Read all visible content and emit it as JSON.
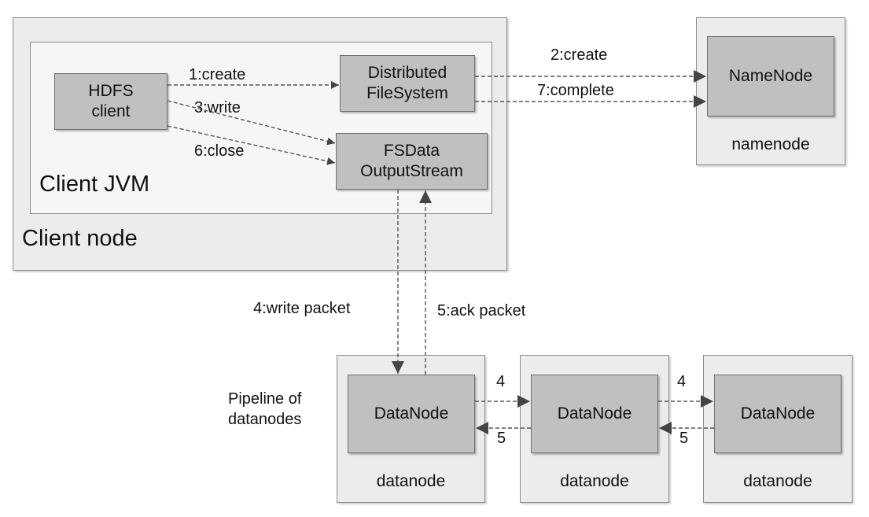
{
  "client_node": {
    "label": "Client node"
  },
  "client_jvm": {
    "label": "Client JVM"
  },
  "hdfs_client": {
    "label": "HDFS\nclient"
  },
  "distributed_fs": {
    "label": "Distributed\nFileSystem"
  },
  "fsdata_output": {
    "label": "FSData\nOutputStream"
  },
  "namenode_host": {
    "label": "namenode",
    "node": "NameNode"
  },
  "pipeline_label": "Pipeline of\ndatanodes",
  "datanodes": [
    {
      "label": "datanode",
      "node": "DataNode"
    },
    {
      "label": "datanode",
      "node": "DataNode"
    },
    {
      "label": "datanode",
      "node": "DataNode"
    }
  ],
  "edges": {
    "create1": "1:create",
    "create2": "2:create",
    "write3": "3:write",
    "write_packet4": "4:write packet",
    "ack_packet5": "5:ack packet",
    "close6": "6:close",
    "complete7": "7:complete",
    "dn_fwd_1": "4",
    "dn_fwd_2": "4",
    "dn_back_1": "5",
    "dn_back_2": "5"
  }
}
